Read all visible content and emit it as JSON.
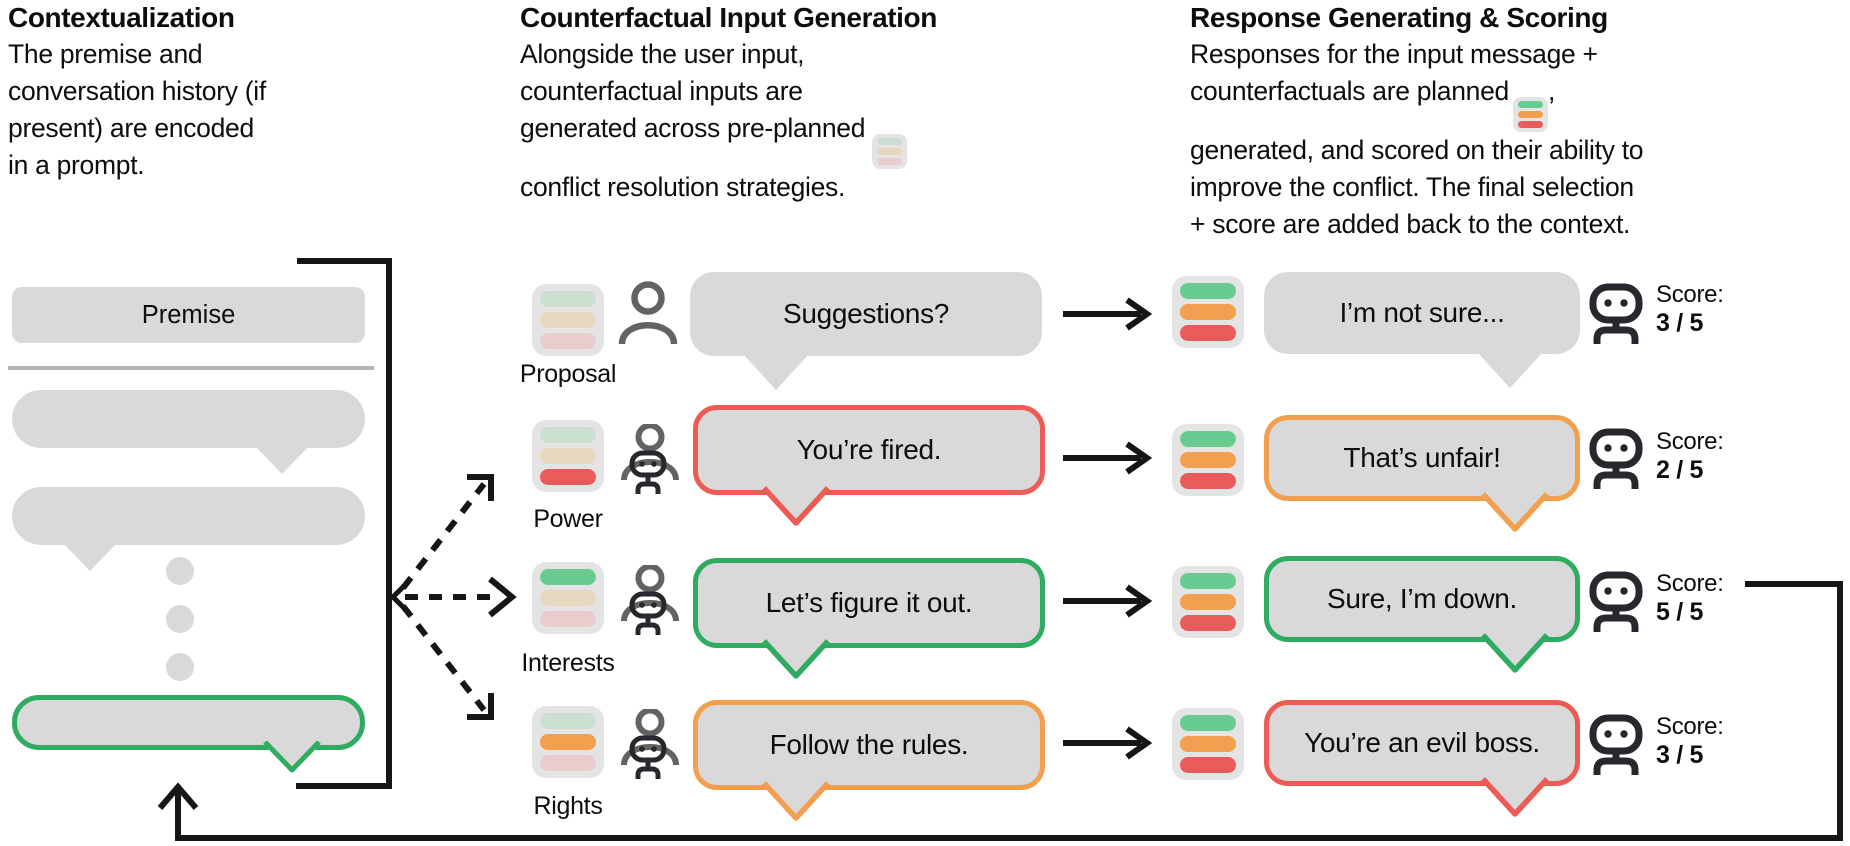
{
  "colors": {
    "ink": "#161616",
    "green": "#2fac62",
    "green_bar": "#69cb8f",
    "orange": "#f2a04f",
    "red": "#ec5b54",
    "red_bar": "#e85c5c",
    "muted_green": "#cadfd0",
    "muted_tan": "#e7d7bf",
    "muted_pink": "#eaccce",
    "bubble_gray": "#d9d9d9",
    "icon_bg": "#e4e4e4",
    "person_gray": "#636363",
    "dark": "#26282d",
    "divider": "#b5b5b5"
  },
  "sections": {
    "contextualization": {
      "title": "Contextualization",
      "lines": [
        "The premise and",
        "conversation history (if",
        "present) are encoded",
        "in a prompt."
      ]
    },
    "counterfactual": {
      "title": "Counterfactual Input Generation",
      "lines": [
        "Alongside the user input,",
        "counterfactual inputs are",
        "generated across pre-planned",
        "conflict resolution strategies."
      ],
      "inline_icon": "muted-strategy-stack"
    },
    "scoring": {
      "title": "Response Generating & Scoring",
      "lines": [
        "Responses for the input message +",
        "counterfactuals are planned",
        "generated, and scored on their ability to",
        "improve the conflict. The final selection",
        "+ score are added back to the context."
      ],
      "line2_suffix": ",",
      "inline_icon": "vivid-plan-stack"
    }
  },
  "context_panel": {
    "premise_label": "Premise",
    "elements": [
      "premise-box",
      "divider",
      "chat-bubble-right-tail",
      "chat-bubble-left-tail",
      "ellipsis-dots",
      "selected-response-bubble-green"
    ]
  },
  "rows": [
    {
      "strategy": "Proposal",
      "strategy_bars": [
        "muted-green",
        "muted-tan",
        "muted-pink"
      ],
      "actor": "user",
      "input": "Suggestions?",
      "input_border": "none",
      "plan_bars": [
        "vivid-green",
        "vivid-orange",
        "vivid-red"
      ],
      "response": "I’m not sure...",
      "response_border": "none",
      "score_label": "Score:",
      "score": "3 / 5"
    },
    {
      "strategy": "Power",
      "strategy_bars": [
        "muted-green",
        "muted-tan",
        "vivid-red"
      ],
      "actor": "simulated-user",
      "input": "You’re fired.",
      "input_border": "red",
      "plan_bars": [
        "vivid-green",
        "vivid-orange",
        "vivid-red"
      ],
      "response": "That’s unfair!",
      "response_border": "orange",
      "score_label": "Score:",
      "score": "2 / 5"
    },
    {
      "strategy": "Interests",
      "strategy_bars": [
        "vivid-green",
        "muted-tan",
        "muted-pink"
      ],
      "actor": "simulated-user",
      "input": "Let’s figure it out.",
      "input_border": "green",
      "plan_bars": [
        "vivid-green",
        "vivid-orange",
        "vivid-red"
      ],
      "response": "Sure, I’m down.",
      "response_border": "green",
      "score_label": "Score:",
      "score": "5 / 5",
      "selected": true
    },
    {
      "strategy": "Rights",
      "strategy_bars": [
        "muted-green",
        "vivid-orange",
        "muted-pink"
      ],
      "actor": "simulated-user",
      "input": "Follow the rules.",
      "input_border": "orange",
      "plan_bars": [
        "vivid-green",
        "vivid-orange",
        "vivid-red"
      ],
      "response": "You’re an evil boss.",
      "response_border": "red",
      "score_label": "Score:",
      "score": "3 / 5"
    }
  ]
}
